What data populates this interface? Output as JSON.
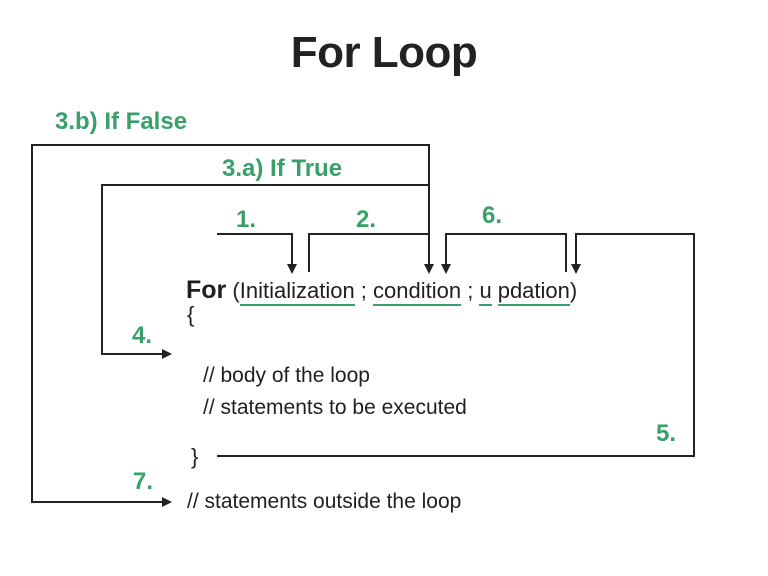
{
  "title": "For Loop",
  "labels": {
    "step_3b": "3.b) If False",
    "step_3a": "3.a) If True",
    "step_1": "1.",
    "step_2": "2.",
    "step_6": "6.",
    "step_4": "4.",
    "step_5": "5.",
    "step_7": "7."
  },
  "code": {
    "for_keyword": "For",
    "open_paren": " (",
    "initialization": "Initialization",
    "sep1": " ; ",
    "condition": "condition",
    "sep2": " ; ",
    "updation_first": "u",
    "updation_rest": "pdation",
    "close_paren": ")",
    "open_brace": "{",
    "body_comment_1": "// body of the loop",
    "body_comment_2": "// statements to be executed",
    "close_brace": "}",
    "outside_comment": "// statements outside the loop"
  },
  "colors": {
    "accent_green": "#3aa06b",
    "text_dark": "#1f1f1f",
    "line_dark": "#222222"
  }
}
